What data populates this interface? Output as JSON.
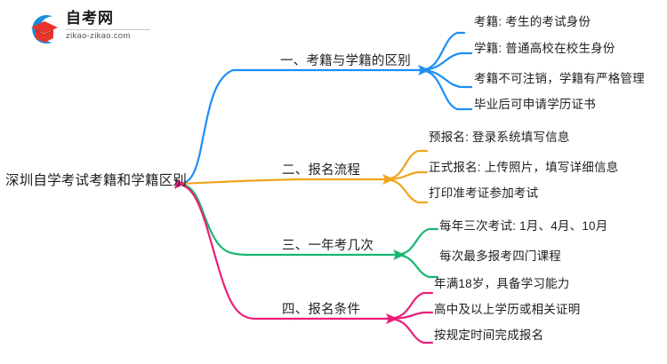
{
  "logo": {
    "name_cn": "自考网",
    "url": "zikao-zikao.com",
    "mark_icon": "graduation-cap-icon",
    "arc_color": "#1a8ed8",
    "cap_color": "#e8342a"
  },
  "mindmap": {
    "root": {
      "label": "深圳自学考试考籍和学籍区别"
    },
    "branches": [
      {
        "label": "一、考籍与学籍的区别",
        "color": "#1e8ef5",
        "children": [
          {
            "label": "考籍: 考生的考试身份"
          },
          {
            "label": "学籍: 普通高校在校生身份"
          },
          {
            "label": "考籍不可注销，学籍有严格管理"
          },
          {
            "label": "毕业后可申请学历证书"
          }
        ]
      },
      {
        "label": "二、报名流程",
        "color": "#f0a41e",
        "children": [
          {
            "label": "预报名: 登录系统填写信息"
          },
          {
            "label": "正式报名: 上传照片，填写详细信息"
          },
          {
            "label": "打印准考证参加考试"
          }
        ]
      },
      {
        "label": "三、一年考几次",
        "color": "#17b870",
        "children": [
          {
            "label": "每年三次考试: 1月、4月、10月"
          },
          {
            "label": "每次最多报考四门课程"
          }
        ]
      },
      {
        "label": "四、报名条件",
        "color": "#ec1e79",
        "children": [
          {
            "label": "年满18岁，具备学习能力"
          },
          {
            "label": "高中及以上学历或相关证明"
          },
          {
            "label": "按规定时间完成报名"
          }
        ]
      }
    ]
  }
}
